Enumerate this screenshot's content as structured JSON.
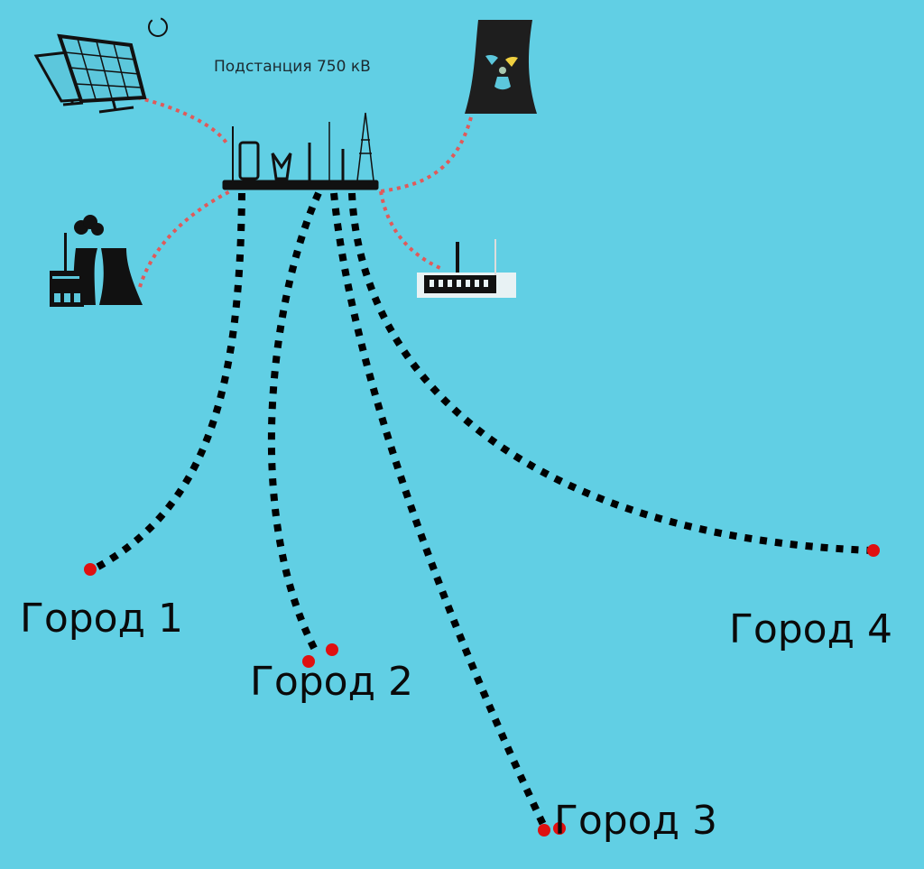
{
  "title": "Подстанция 750 кВ",
  "cities": [
    {
      "label": "Город 1"
    },
    {
      "label": "Город 2"
    },
    {
      "label": "Город 3"
    },
    {
      "label": "Город 4"
    }
  ],
  "sources": [
    "solar-panels",
    "nuclear-plant",
    "thermal-plant",
    "factory"
  ],
  "colors": {
    "background": "#61cfe4",
    "power_line": "#000000",
    "feed_line": "#e05a5a",
    "city_dot": "#e01010",
    "radiation_accent": "#f0d040"
  }
}
